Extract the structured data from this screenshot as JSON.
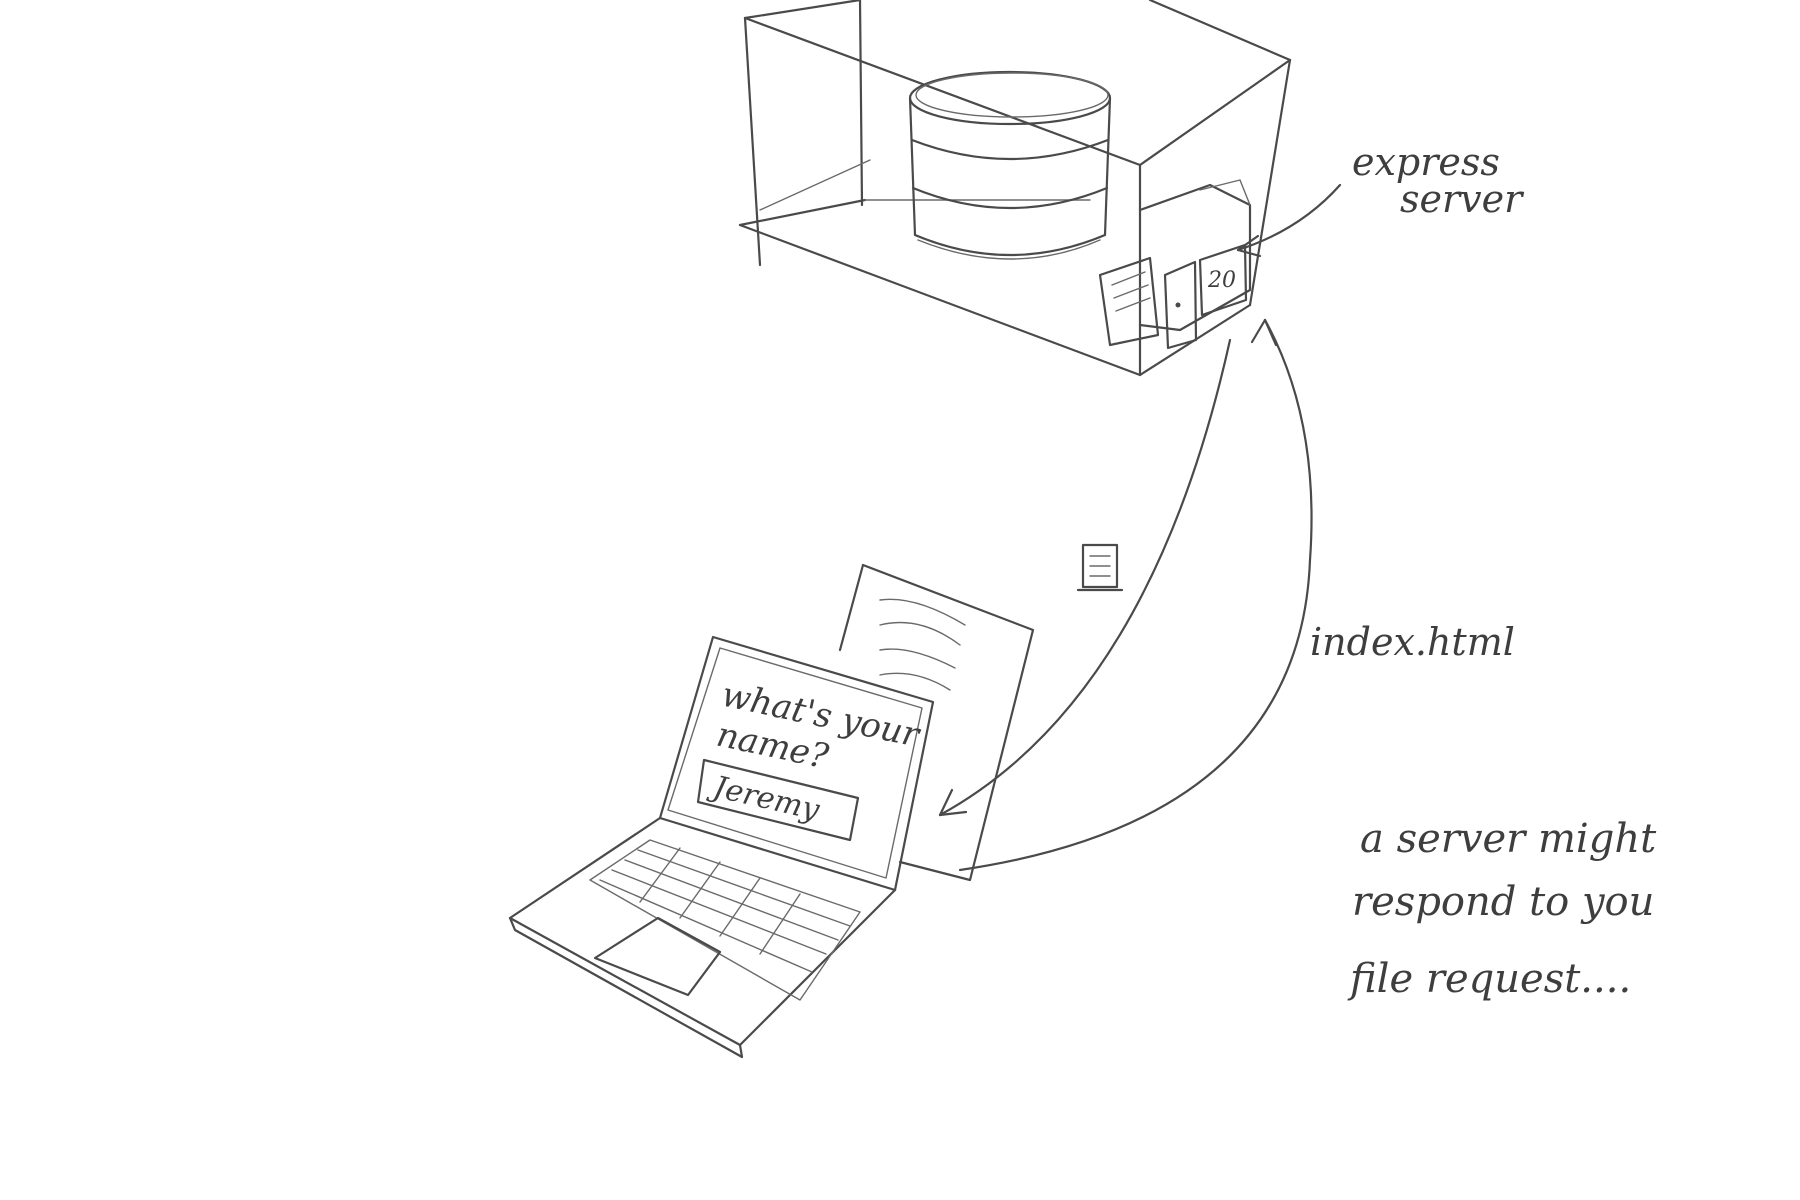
{
  "labels": {
    "express_server_line1": "express",
    "express_server_line2": "server",
    "file_label": "index.html",
    "door_number": "20",
    "laptop_prompt_line1": "what's your",
    "laptop_prompt_line2": "name?",
    "laptop_input_value": "Jeremy",
    "caption_line1": "a server might",
    "caption_line2": "respond to you",
    "caption_line3": "file request...."
  },
  "colors": {
    "ink": "#4a4a4a",
    "background": "#ffffff"
  }
}
